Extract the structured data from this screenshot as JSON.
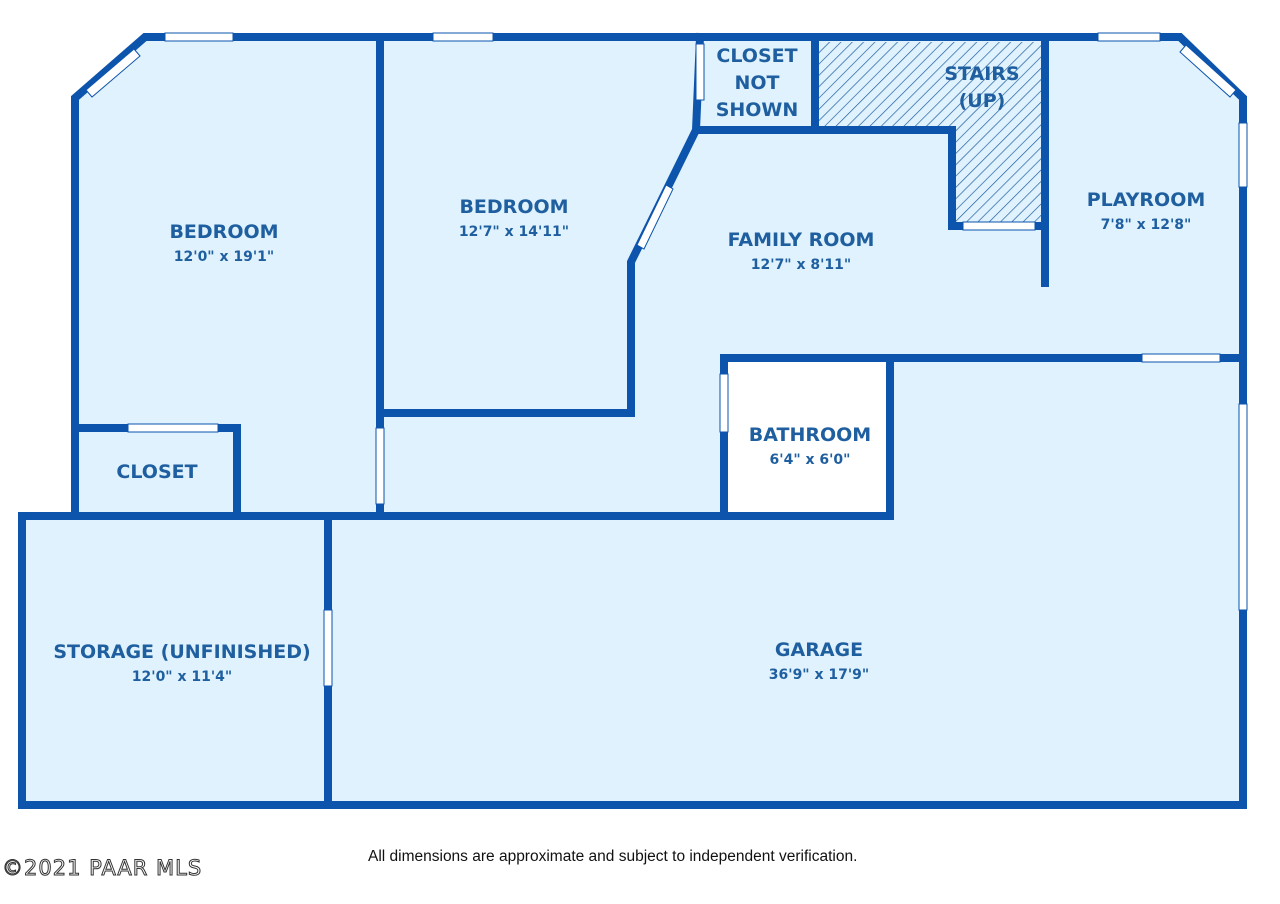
{
  "colors": {
    "wall": "#0d54ad",
    "floor": "#dff2fd",
    "text": "#1f5fa0",
    "window": "#ffffff"
  },
  "rooms": {
    "bedroom1": {
      "label": "BEDROOM",
      "dims": "12'0\" x 19'1\""
    },
    "bedroom2": {
      "label": "BEDROOM",
      "dims": "12'7\" x 14'11\""
    },
    "closet_not_shown": {
      "line1": "CLOSET",
      "line2": "NOT",
      "line3": "SHOWN"
    },
    "stairs": {
      "line1": "STAIRS",
      "line2": "(UP)"
    },
    "playroom": {
      "label": "PLAYROOM",
      "dims": "7'8\" x 12'8\""
    },
    "family_room": {
      "label": "FAMILY ROOM",
      "dims": "12'7\" x 8'11\""
    },
    "closet": {
      "label": "CLOSET"
    },
    "bathroom": {
      "label": "BATHROOM",
      "dims": "6'4\" x 6'0\""
    },
    "storage": {
      "label": "STORAGE (UNFINISHED)",
      "dims": "12'0\" x 11'4\""
    },
    "garage": {
      "label": "GARAGE",
      "dims": "36'9\" x 17'9\""
    }
  },
  "footer": {
    "disclaimer": "All dimensions are approximate and subject to independent verification.",
    "copyright": "©2021 PAAR MLS"
  }
}
